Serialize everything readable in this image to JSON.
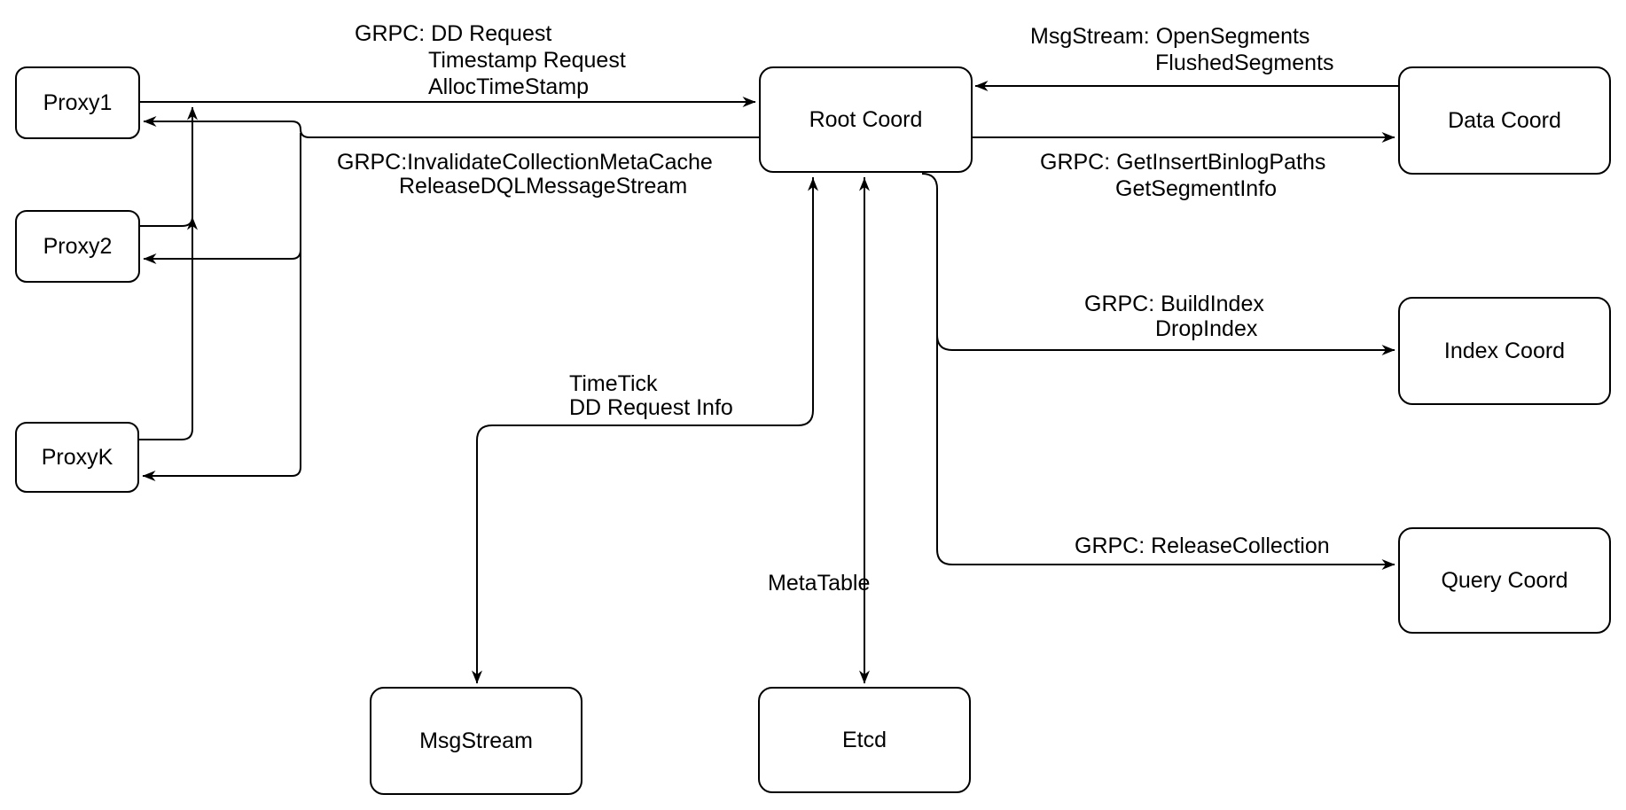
{
  "colors": {
    "stroke": "#000000",
    "background": "#ffffff"
  },
  "nodes": {
    "proxy1": {
      "label": "Proxy1"
    },
    "proxy2": {
      "label": "Proxy2"
    },
    "proxyk": {
      "label": "ProxyK"
    },
    "root_coord": {
      "label": "Root Coord"
    },
    "data_coord": {
      "label": "Data Coord"
    },
    "index_coord": {
      "label": "Index Coord"
    },
    "query_coord": {
      "label": "Query Coord"
    },
    "msgstream": {
      "label": "MsgStream"
    },
    "etcd": {
      "label": "Etcd"
    }
  },
  "edges": {
    "proxy_to_root": {
      "lines": [
        "GRPC: DD Request",
        "Timestamp Request",
        "AllocTimeStamp"
      ]
    },
    "root_to_proxy": {
      "lines": [
        "GRPC:InvalidateCollectionMetaCache",
        "ReleaseDQLMessageStream"
      ]
    },
    "data_to_root": {
      "lines": [
        "MsgStream: OpenSegments",
        "FlushedSegments"
      ]
    },
    "root_to_data": {
      "lines": [
        "GRPC: GetInsertBinlogPaths",
        "GetSegmentInfo"
      ]
    },
    "root_to_index": {
      "lines": [
        "GRPC: BuildIndex",
        "DropIndex"
      ]
    },
    "root_to_query": {
      "lines": [
        "GRPC: ReleaseCollection"
      ]
    },
    "root_to_msgstream": {
      "lines": [
        "TimeTick",
        "DD Request Info"
      ]
    },
    "root_to_etcd": {
      "lines": [
        "MetaTable"
      ]
    }
  }
}
